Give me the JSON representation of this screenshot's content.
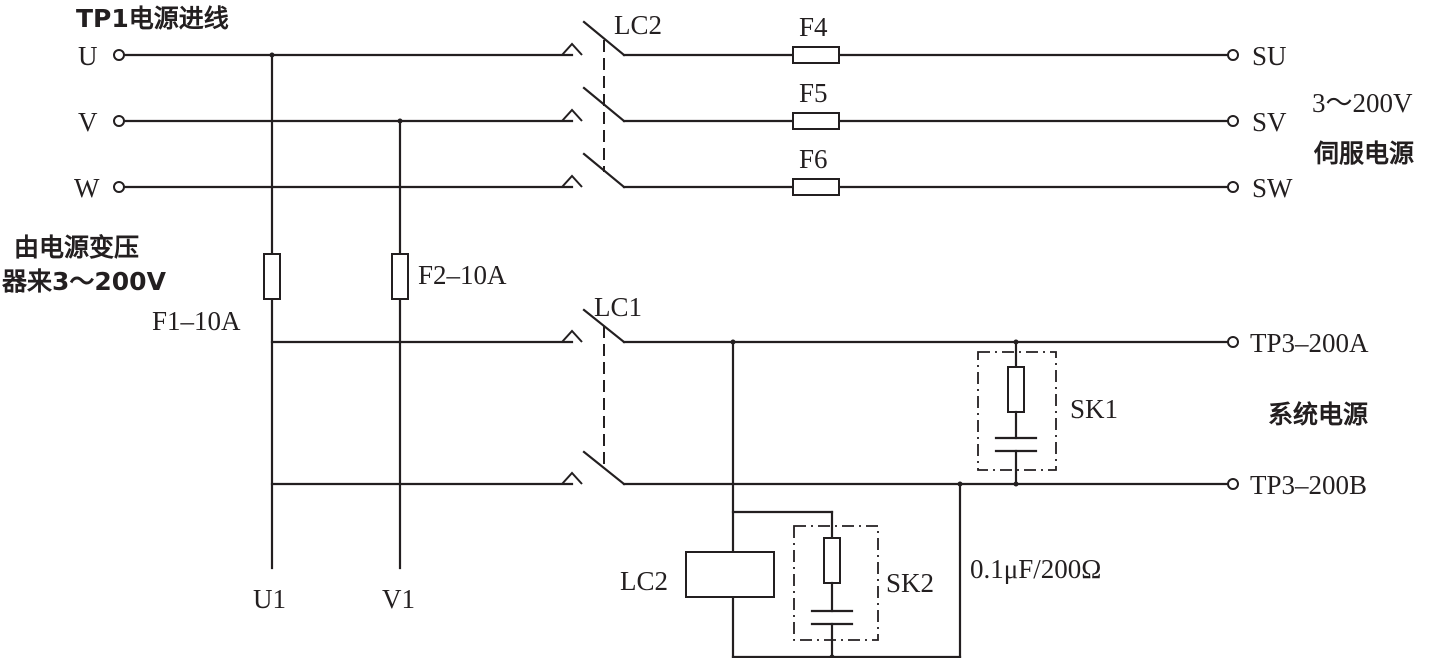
{
  "labels": {
    "incoming_supply": "TP1电源进线",
    "u": "U",
    "v": "V",
    "w": "W",
    "lc2_contacts": "LC2",
    "f4": "F4",
    "f5": "F5",
    "f6": "F6",
    "su": "SU",
    "sv": "SV",
    "sw": "SW",
    "servo_voltage": "3～200V",
    "servo_supply": "伺服电源",
    "transformer_line1": "由电源变压",
    "transformer_line2": "器来3～200V",
    "f1": "F1–10A",
    "f2": "F2–10A",
    "lc1_contacts": "LC1",
    "tp3_200a": "TP3–200A",
    "tp3_200b": "TP3–200B",
    "system_supply": "系统电源",
    "sk1": "SK1",
    "sk2": "SK2",
    "lc2_coil": "LC2",
    "rc_rating": "0.1μF/200Ω",
    "u1": "U1",
    "v1": "V1"
  }
}
